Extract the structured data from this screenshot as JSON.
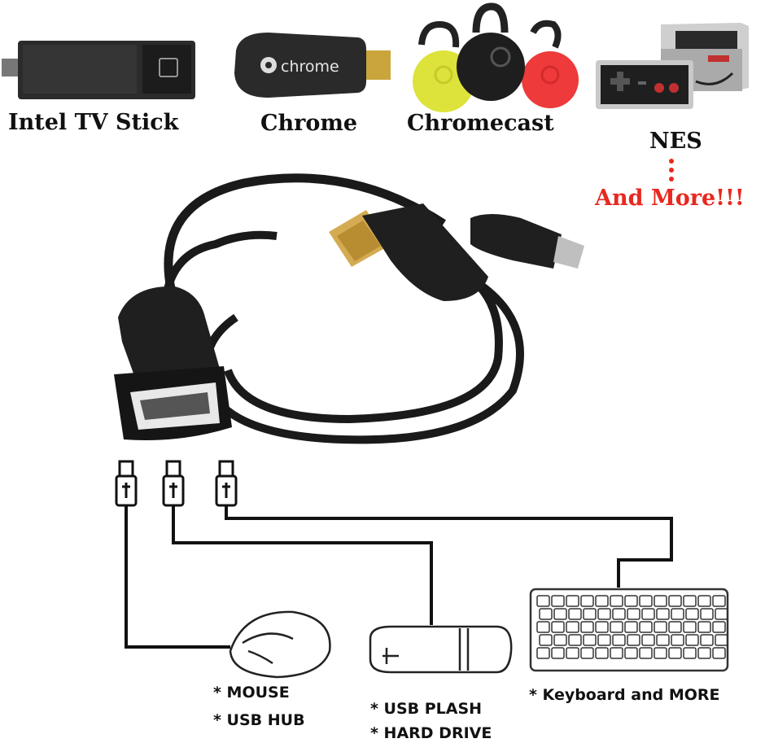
{
  "devices": {
    "intel": "Intel TV Stick",
    "chrome": "Chrome",
    "chromecast": "Chromecast",
    "nes": "NES",
    "more": "And More!!!",
    "chrome_logo_text": "chrome"
  },
  "peripherals": {
    "mouse": "* MOUSE",
    "hub": "* USB HUB",
    "flash": "* USB PLASH",
    "drive": "* HARD DRIVE",
    "keyboard": "* Keyboard and MORE"
  },
  "colors": {
    "accent_red": "#e8281f",
    "chromecast_yellow": "#dde33a",
    "chromecast_red": "#ee3a3a"
  }
}
